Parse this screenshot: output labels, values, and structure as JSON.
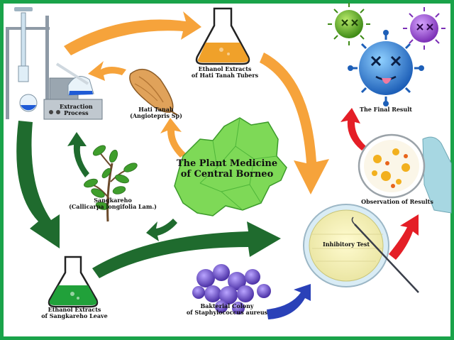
{
  "labels": {
    "extraction": [
      "Extraction",
      "Process"
    ],
    "ethanol_tubers": [
      "Ethanol Extracts",
      "of Hati Tanah  Tubers"
    ],
    "hati_tanah": [
      "Hati Tanah",
      "(Angiotepris Sp)"
    ],
    "plant_medicine": [
      "The Plant Medicine",
      "of Central Borneo"
    ],
    "sangkareho": [
      "Sangkareho",
      "(Callicarpa longifolia Lam.)"
    ],
    "ethanol_sangkareho": [
      "Ethanol Extracts",
      "of Sangkareho Leave"
    ],
    "bacterial_colony": [
      "Bakterial Colony",
      "of Staphylococcus aureus"
    ],
    "inhibitory_test": "Inhibitory Test",
    "observation": "Observation of Results",
    "final_result": "The Final Result"
  },
  "colors": {
    "frame": "#1aa34a",
    "orange_arrow": "#f6a33b",
    "green_arrow": "#1f6b2e",
    "red_arrow": "#e41e26",
    "blue_arrow": "#2a41b8",
    "borneo_map": "#7ed957",
    "bacteria": "#7b4fc9",
    "virus_blue": "#3b8ee0",
    "virus_green": "#6cbf2a"
  }
}
